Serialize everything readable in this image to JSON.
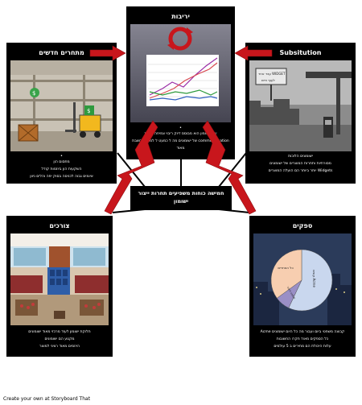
{
  "center": {
    "line1": "חמישה כוחות משפיעים תחרות ייצור",
    "line2": "ישומון"
  },
  "cards": {
    "rivalry": {
      "title": "יריבות",
      "lines": [
        "שוק ישומון הוא מבוסס דיוק ריבוי צמיחה איטית",
        "commoditization של ישומונים מה ל כמעט ל למחיר נחשבת",
        "מאוד"
      ]
    },
    "new_entrants": {
      "title": "מתחרים חדשים",
      "lines": [
        "מחסום הון",
        "השקעות הון ביוזמות קודל",
        "איומים גבוה לכניסה בסוק יפה והלים ניוון"
      ]
    },
    "substitution": {
      "title": "Subsitution",
      "sign_line1": "עבד אחר WIDGET",
      "sign_line2": "לעוף חיים",
      "lines": [
        "ישומונים הלוכות",
        "מסורתיות ותחרות המוצרים של ישומונים",
        "Widgets יותר ביותר הם הועלה המוצרים"
      ]
    },
    "buyers": {
      "title": "צורכים",
      "lines": [
        "חלוקת ישומון לעוד מרכזי מאוד ישומונים",
        "מקטע הם ישומונים",
        "היוזמים מאוד רציני למוצר"
      ]
    },
    "suppliers": {
      "title": "ספקים",
      "lines": [
        "קבוצה משפטי ביום ועבור מה כל היום ישומונים Acme",
        "כל הספקים מאוד חקרו החשובות",
        "עלות היכולת הם מחירים ב 5 עולמים"
      ],
      "pie_labels": {
        "large": "קונים Acme",
        "medium": "כל האחרים",
        "small": "סגמנט חיצוני"
      }
    }
  },
  "pie": {
    "slices": [
      {
        "name": "large",
        "value": 57,
        "color": "#c9d7ee"
      },
      {
        "name": "small",
        "value": 8,
        "color": "#9a8fc6"
      },
      {
        "name": "medium",
        "value": 35,
        "color": "#f7ceb0"
      }
    ]
  },
  "footer": "Create your own at Storyboard That",
  "colors": {
    "arrow": "#c8161c",
    "card_bg": "#000000"
  }
}
